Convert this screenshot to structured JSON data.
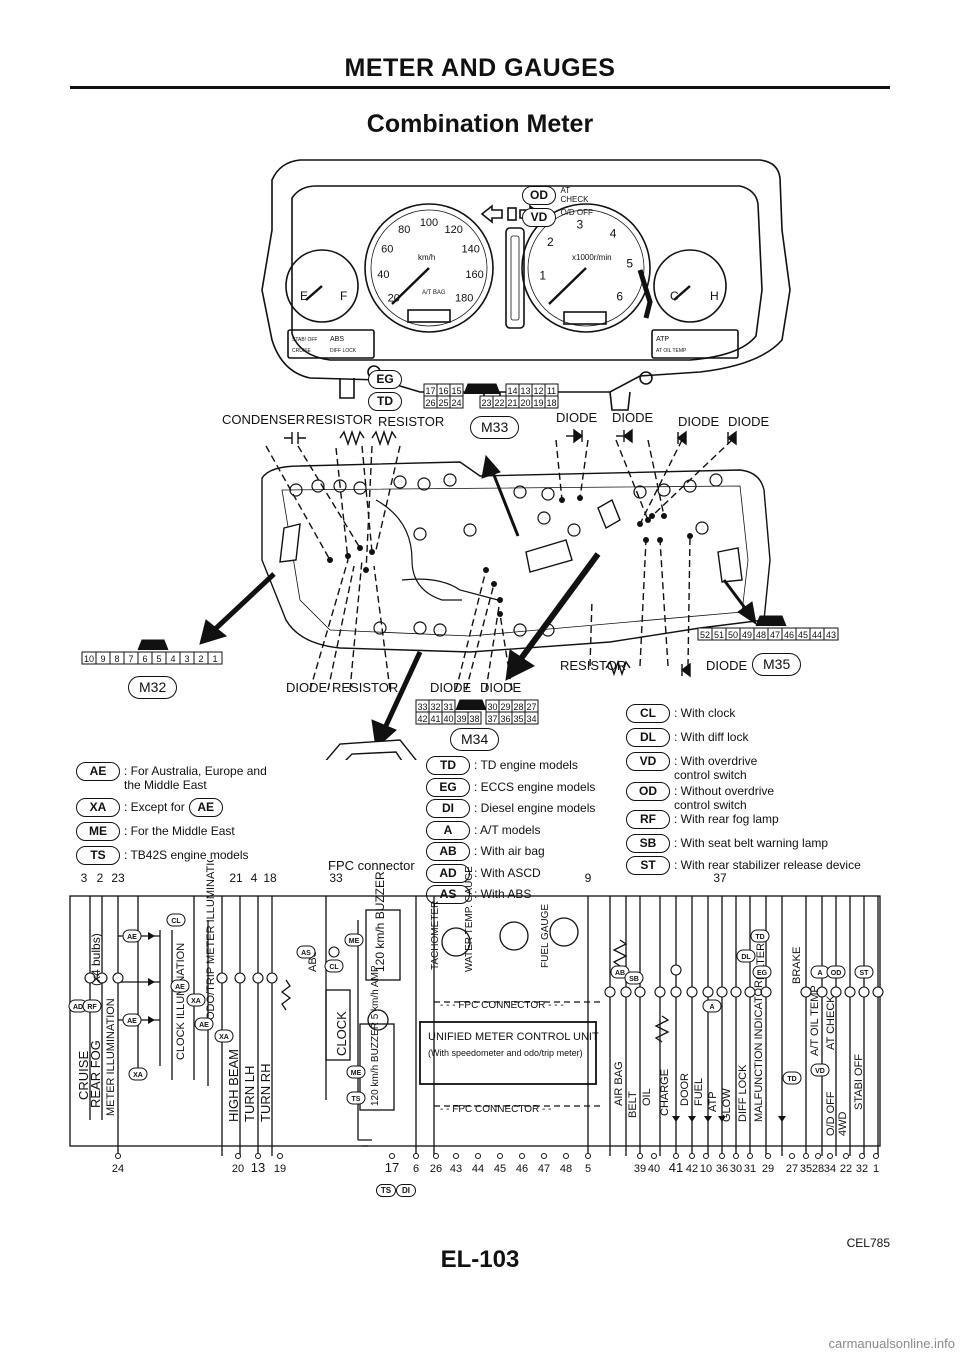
{
  "header": "METER AND GAUGES",
  "title": "Combination Meter",
  "figure_code": "CEL785",
  "page_number": "EL-103",
  "website": "carmanualsonline.info",
  "meter": {
    "speedo_ticks": [
      "20",
      "40",
      "60",
      "80",
      "100",
      "120",
      "140",
      "160",
      "180"
    ],
    "speedo_unit": "km/h",
    "tacho_ticks": [
      "1",
      "2",
      "3",
      "4",
      "5",
      "6"
    ],
    "tacho_unit": "x1000r/min",
    "fuel_e": "E",
    "fuel_f": "F",
    "temp_c": "C",
    "temp_h": "H",
    "airbag_label": "A/T BAG",
    "indicator_left": [
      "STAB! OFF",
      "ABS",
      "CRUISE",
      "DIFF LOCK"
    ],
    "indicator_right": [
      "ATP",
      "AT OIL TEMP"
    ]
  },
  "top_badges": [
    {
      "code": "OD",
      "desc": "AT CHECK"
    },
    {
      "code": "VD",
      "desc": "O/D OFF"
    }
  ],
  "side_badges": [
    "EG",
    "TD"
  ],
  "connectors": {
    "m33": {
      "name": "M33",
      "row1": [
        "17",
        "16",
        "15",
        "14",
        "13",
        "12",
        "11"
      ],
      "row2": [
        "26",
        "25",
        "24",
        "23",
        "22",
        "21",
        "20",
        "19",
        "18"
      ]
    },
    "m32": {
      "name": "M32",
      "row": [
        "10",
        "9",
        "8",
        "7",
        "6",
        "5",
        "4",
        "3",
        "2",
        "1"
      ]
    },
    "m34": {
      "name": "M34",
      "row1": [
        "33",
        "32",
        "31",
        "30",
        "29",
        "28",
        "27"
      ],
      "row2": [
        "42",
        "41",
        "40",
        "39",
        "38",
        "37",
        "36",
        "35",
        "34"
      ]
    },
    "m35": {
      "name": "M35",
      "row": [
        "52",
        "51",
        "50",
        "49",
        "48",
        "47",
        "46",
        "45",
        "44",
        "43"
      ]
    }
  },
  "component_labels": {
    "condenser": "CONDENSER",
    "resistor": "RESISTOR",
    "diode": "DIODE",
    "fpc_connector": "FPC connector"
  },
  "legend_left": [
    {
      "code": "AE",
      "text": ": For Australia, Europe and\nthe Middle East"
    },
    {
      "code": "XA",
      "text": ": Except for",
      "ref": "AE"
    },
    {
      "code": "ME",
      "text": ": For the Middle East"
    },
    {
      "code": "TS",
      "text": ": TB42S engine models"
    }
  ],
  "legend_mid": [
    {
      "code": "TD",
      "text": ": TD engine models"
    },
    {
      "code": "EG",
      "text": ": ECCS engine models"
    },
    {
      "code": "DI",
      "text": ": Diesel engine models"
    },
    {
      "code": "A",
      "text": ": A/T models"
    },
    {
      "code": "AB",
      "text": ": With air bag"
    },
    {
      "code": "AD",
      "text": ": With ASCD"
    },
    {
      "code": "AS",
      "text": ": With ABS"
    }
  ],
  "legend_right": [
    {
      "code": "CL",
      "text": ": With clock"
    },
    {
      "code": "DL",
      "text": ": With diff lock"
    },
    {
      "code": "VD",
      "text": ": With overdrive\ncontrol switch"
    },
    {
      "code": "OD",
      "text": ": Without overdrive\ncontrol switch"
    },
    {
      "code": "RF",
      "text": ": With rear fog lamp"
    },
    {
      "code": "SB",
      "text": ": With seat belt warning lamp"
    },
    {
      "code": "ST",
      "text": ": With rear stabilizer release device"
    }
  ],
  "schematic": {
    "top_pins": [
      "3",
      "2",
      "23",
      "21",
      "4",
      "18",
      "33",
      "9",
      "37"
    ],
    "bottom_pins": [
      "24",
      "20",
      "13",
      "19",
      "17",
      "6",
      "26",
      "43",
      "44",
      "45",
      "46",
      "47",
      "48",
      "5",
      "39",
      "40",
      "41",
      "42",
      "10",
      "36",
      "30",
      "31",
      "29",
      "27",
      "35",
      "28",
      "34",
      "22",
      "32",
      "1"
    ],
    "bottom_badges": [
      "TS",
      "DI"
    ],
    "left_labels": [
      "CRUISE",
      "REAR FOG",
      "METER ILLUMINATION",
      "(x4 bulbs)",
      "CLOCK ILLUMINATION",
      "ODO/TRIP METER ILLUMINATION",
      "HIGH BEAM",
      "TURN LH",
      "TURN RH",
      "ABS",
      "CLOCK"
    ],
    "buzzer_top": "120 km/h BUZZER",
    "buzzer_low": "120 km/h BUZZER 5 km/h AMP",
    "gauges": [
      "TACHOMETER",
      "WATER TEMP. GAUGE",
      "FUEL GAUGE"
    ],
    "fpc": "FPC CONNECTOR",
    "ucu": "UNIFIED METER CONTROL UNIT",
    "ucu_sub": "(With speedometer and odo/trip meter)",
    "right_labels": [
      "AIR BAG",
      "BELT",
      "OIL",
      "CHARGE",
      "DOOR",
      "FUEL",
      "ATP",
      "GLOW",
      "DIFF LOCK",
      "MALFUNCTION INDICATOR",
      "FILTER",
      "BRAKE",
      "A/T OIL TEMP",
      "AT CHECK",
      "O/D OFF",
      "4WD",
      "STABI OFF"
    ],
    "wire_badges": [
      "AD",
      "RF",
      "CL",
      "AE",
      "AE",
      "XA",
      "AE",
      "AE",
      "XA",
      "XA",
      "AS",
      "CL",
      "ME",
      "ME",
      "TS",
      "AB",
      "SB",
      "DL",
      "TD",
      "EG",
      "A",
      "TD",
      "A",
      "OD",
      "VD",
      "ST"
    ]
  }
}
